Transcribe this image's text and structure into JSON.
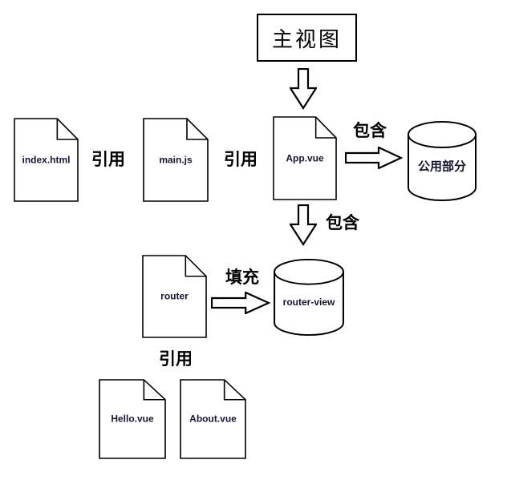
{
  "diagram": {
    "title": "主视图",
    "documents": [
      {
        "id": "index-html",
        "label": "index.html"
      },
      {
        "id": "main-js",
        "label": "main.js"
      },
      {
        "id": "app-vue",
        "label": "App.vue"
      },
      {
        "id": "router",
        "label": "router"
      },
      {
        "id": "hello-vue",
        "label": "Hello.vue"
      },
      {
        "id": "about-vue",
        "label": "About.vue"
      }
    ],
    "cylinders": [
      {
        "id": "common-part",
        "label": "公用部分"
      },
      {
        "id": "router-view",
        "label": "router-view"
      }
    ],
    "labels": {
      "ref_index_main": "引用",
      "ref_main_app": "引用",
      "contains_common": "包含",
      "contains_router_view": "包含",
      "fill_router_view": "填充",
      "ref_router_children": "引用"
    },
    "colors": {
      "line": "#000000",
      "text": "#15152e",
      "background": "#ffffff"
    }
  }
}
